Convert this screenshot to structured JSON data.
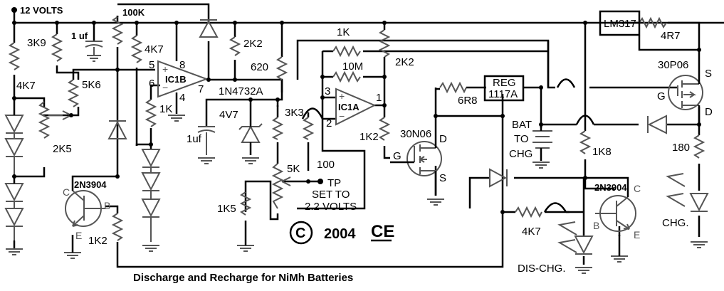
{
  "title": "Discharge and Recharge for NiMh Batteries",
  "supply": {
    "label": "12 VOLTS"
  },
  "copyright": {
    "symbol": "C",
    "year": "2004",
    "mark": "CE"
  },
  "ics": {
    "ic1b": {
      "name": "IC1B",
      "pin_plus": "5",
      "pin_minus": "6",
      "pin_out": "7",
      "pin_vcc": "8",
      "pin_gnd": "4"
    },
    "ic1a": {
      "name": "IC1A",
      "pin_plus": "3",
      "pin_minus": "2",
      "pin_out": "1"
    },
    "lm317": "LM317",
    "reg_line1": "REG",
    "reg_line2": "1117A"
  },
  "resistors": {
    "r_4k7_left": "4K7",
    "r_3k9": "3K9",
    "r_5k6": "5K6",
    "r_2k5_pot": "2K5",
    "r_100k": "100K",
    "r_4k7_mid": "4K7",
    "r_1k_ic1b": "1K",
    "r_1k2_base": "1K2",
    "r_2k2_top": "2K2",
    "r_620": "620",
    "r_1k_fb": "1K",
    "r_10m": "10M",
    "r_2k2_right": "2K2",
    "r_3k3": "3K3",
    "r_100": "100",
    "r_5k_pot": "5K",
    "r_1k5": "1K5",
    "r_1k2_gate": "1K2",
    "r_6r8": "6R8",
    "r_4r7": "4R7",
    "r_1k8": "1K8",
    "r_180": "180",
    "r_4k7_right": "4K7"
  },
  "capacitors": {
    "c_1uf_top": "1 uf",
    "c_1uf_mid": "1uf"
  },
  "zener": {
    "part": "1N4732A",
    "voltage": "4V7"
  },
  "transistors": {
    "q_left": {
      "part": "2N3904",
      "c": "C",
      "b": "B",
      "e": "E"
    },
    "q_right": {
      "part": "2N3904",
      "c": "C",
      "b": "B",
      "e": "E"
    },
    "mosfet_n": {
      "part": "30N06",
      "g": "G",
      "d": "D",
      "s": "S"
    },
    "mosfet_p": {
      "part": "30P06",
      "g": "G",
      "d": "D",
      "s": "S"
    }
  },
  "battery": {
    "line1": "BAT",
    "line2": "TO",
    "line3": "CHG"
  },
  "testpoint": {
    "label": "TP",
    "note1": "SET TO",
    "note2": "2.2 VOLTS"
  },
  "leds": {
    "discharge": "DIS-CHG.",
    "charge": "CHG."
  }
}
